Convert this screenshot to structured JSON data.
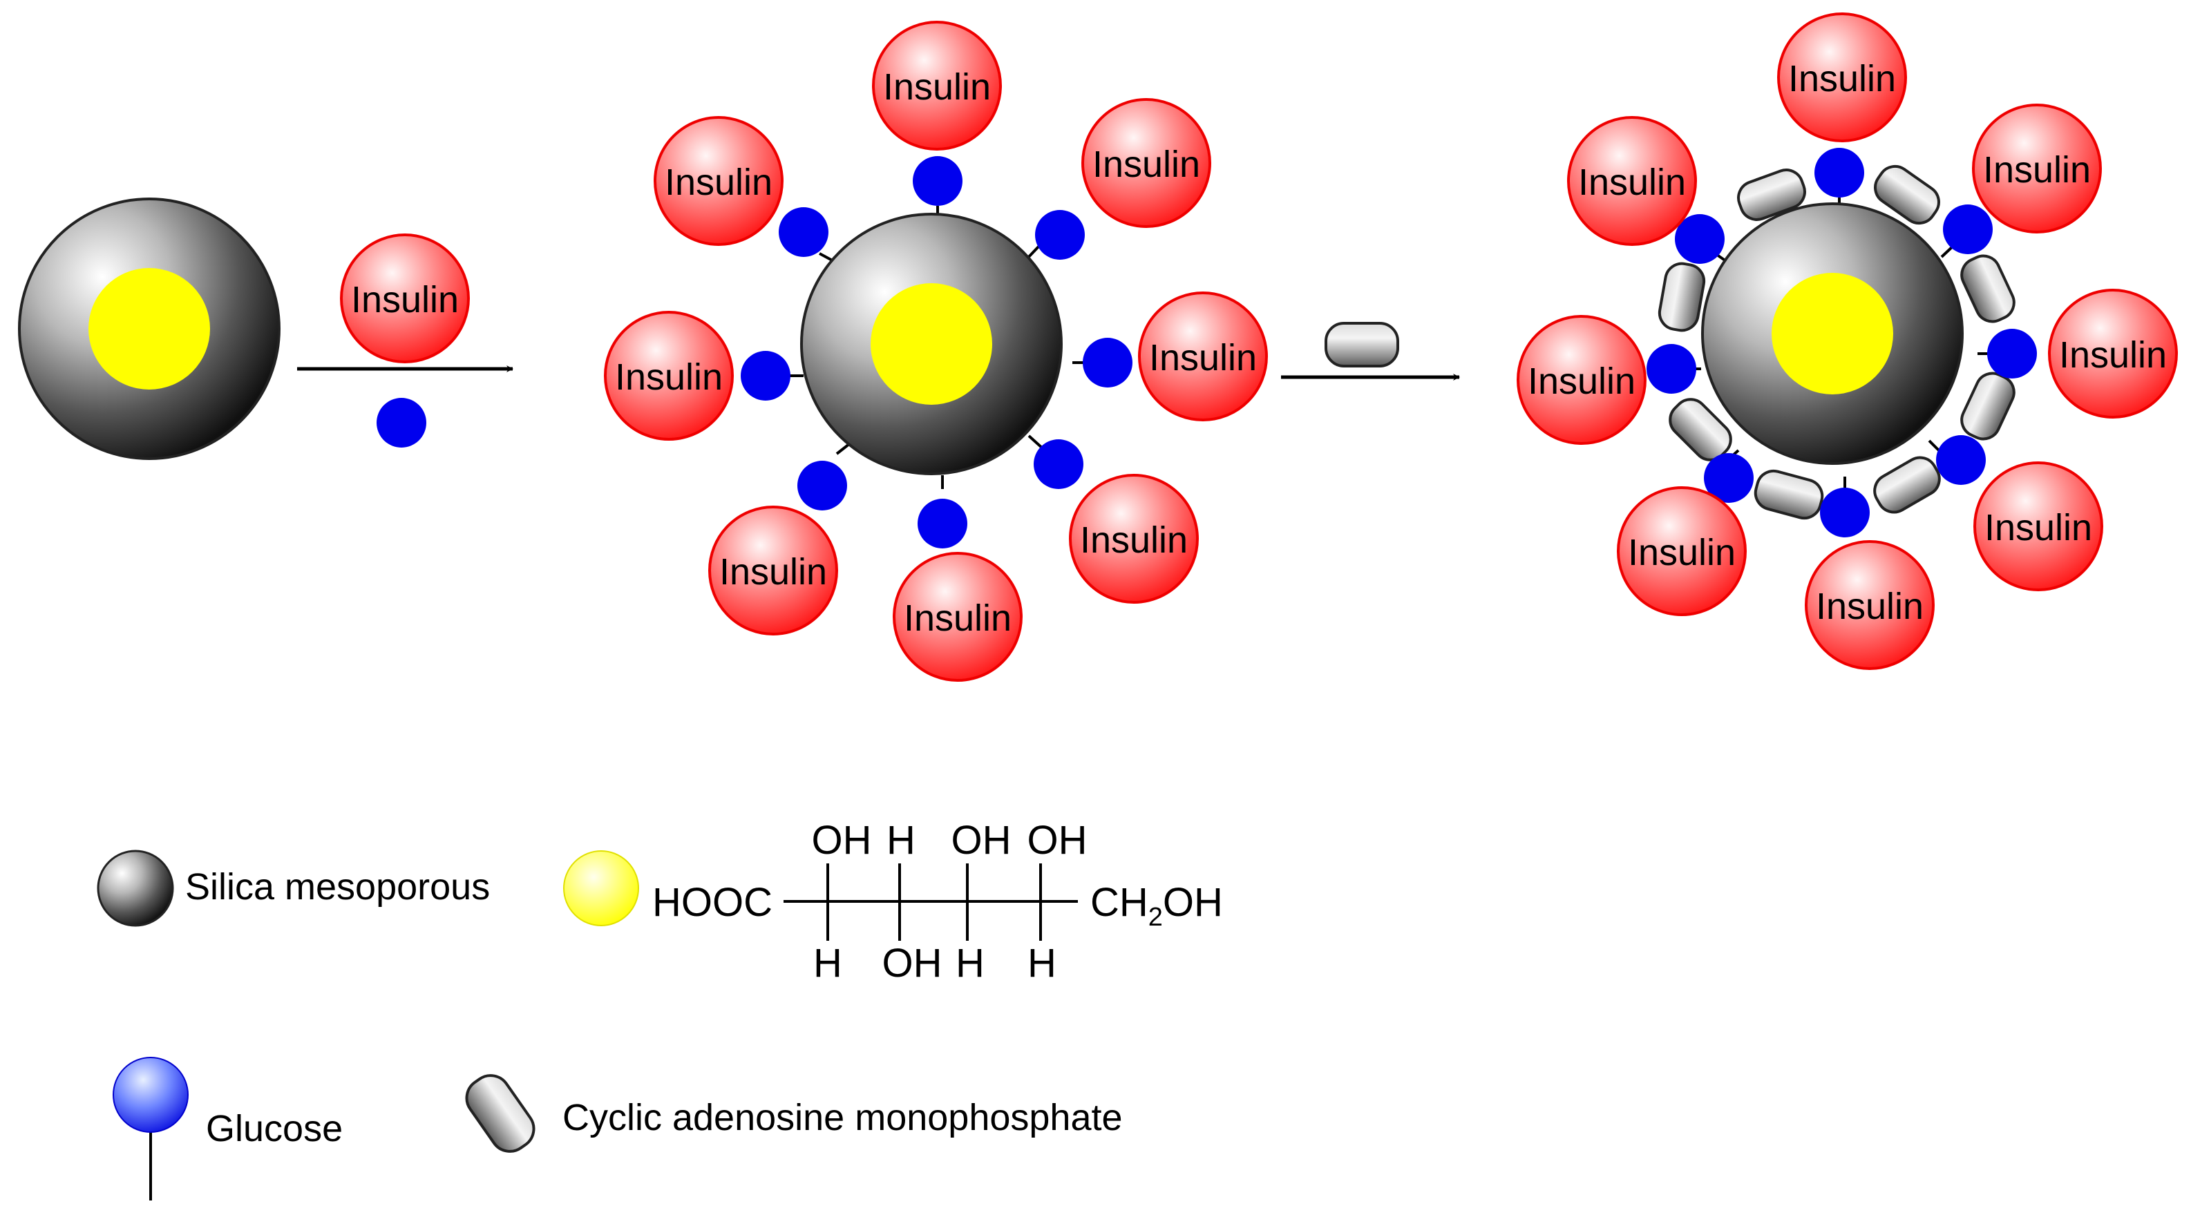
{
  "labels": {
    "insulin": "Insulin"
  },
  "legend": {
    "silica": "Silica mesoporous",
    "glucose": "Glucose",
    "camp": "Cyclic adenosine monophosphate"
  },
  "formula": {
    "left_group": "HOOC",
    "right_group_main": "CH",
    "right_group_sub": "2",
    "right_group_tail": "OH",
    "top_groups": [
      "OH",
      "H",
      "OH",
      "OH"
    ],
    "bottom_groups": [
      "H",
      "OH",
      "H",
      "H"
    ]
  },
  "colors": {
    "insulin_red": "#ff1a1a",
    "glucose_blue": "#0000ee",
    "core_yellow": "#ffff00",
    "silica_dark": "#1a1a1a",
    "camp_gray": "#8c8c8c"
  },
  "icons": {
    "arrow": "right-arrow-icon",
    "silica": "silica-sphere-icon",
    "glucose": "glucose-icon",
    "camp": "camp-capsule-icon",
    "core": "gluconic-acid-core-icon"
  }
}
